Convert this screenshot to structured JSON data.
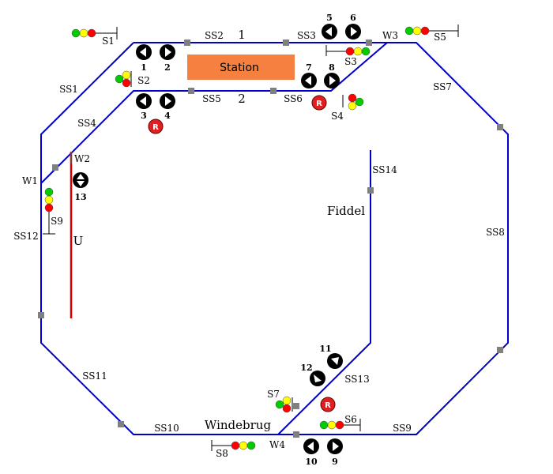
{
  "station": {
    "label": "Station"
  },
  "places": {
    "windebrug": "Windebrug",
    "fiddel": "Fiddel"
  },
  "tracks": {
    "track1": "1",
    "track2": "2",
    "u": "U"
  },
  "sections": {
    "SS1": "SS1",
    "SS2": "SS2",
    "SS3": "SS3",
    "SS4": "SS4",
    "SS5": "SS5",
    "SS6": "SS6",
    "SS7": "SS7",
    "SS8": "SS8",
    "SS9": "SS9",
    "SS10": "SS10",
    "SS11": "SS11",
    "SS12": "SS12",
    "SS13": "SS13",
    "SS14": "SS14"
  },
  "switches": {
    "W1": "W1",
    "W2": "W2",
    "W3": "W3",
    "W4": "W4"
  },
  "signals": {
    "S1": "S1",
    "S2": "S2",
    "S3": "S3",
    "S4": "S4",
    "S5": "S5",
    "S6": "S6",
    "S7": "S7",
    "S8": "S8",
    "S9": "S9"
  },
  "controls": {
    "c1": "1",
    "c2": "2",
    "c3": "3",
    "c4": "4",
    "c5": "5",
    "c6": "6",
    "c7": "7",
    "c8": "8",
    "c9": "9",
    "c10": "10",
    "c11": "11",
    "c12": "12",
    "c13": "13"
  },
  "reset_label": "R",
  "colors": {
    "track": "#0000c8",
    "u_track": "#d40000",
    "station_fill": "#f58040",
    "signal_green": "#00cc00",
    "signal_yellow": "#ffff00",
    "signal_red": "#ff0000",
    "joint": "#808080"
  }
}
